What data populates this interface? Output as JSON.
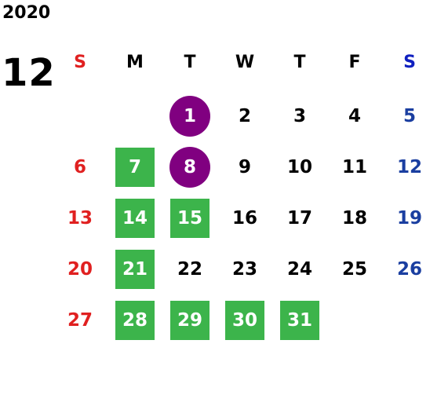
{
  "year": "2020",
  "month": "12",
  "weekdays": [
    "S",
    "M",
    "T",
    "W",
    "T",
    "F",
    "S"
  ],
  "colors": {
    "sunday": "#e02020",
    "saturday": "#1a3ea0",
    "highlight_green": "#3cb44b",
    "highlight_purple": "#800080"
  },
  "weeks": [
    [
      null,
      null,
      {
        "d": "1",
        "mark": "purple"
      },
      {
        "d": "2"
      },
      {
        "d": "3"
      },
      {
        "d": "4"
      },
      {
        "d": "5"
      }
    ],
    [
      {
        "d": "6"
      },
      {
        "d": "7",
        "mark": "green"
      },
      {
        "d": "8",
        "mark": "purple"
      },
      {
        "d": "9"
      },
      {
        "d": "10"
      },
      {
        "d": "11"
      },
      {
        "d": "12"
      }
    ],
    [
      {
        "d": "13"
      },
      {
        "d": "14",
        "mark": "green"
      },
      {
        "d": "15",
        "mark": "green"
      },
      {
        "d": "16"
      },
      {
        "d": "17"
      },
      {
        "d": "18"
      },
      {
        "d": "19"
      }
    ],
    [
      {
        "d": "20"
      },
      {
        "d": "21",
        "mark": "green"
      },
      {
        "d": "22"
      },
      {
        "d": "23"
      },
      {
        "d": "24"
      },
      {
        "d": "25"
      },
      {
        "d": "26"
      }
    ],
    [
      {
        "d": "27"
      },
      {
        "d": "28",
        "mark": "green"
      },
      {
        "d": "29",
        "mark": "green"
      },
      {
        "d": "30",
        "mark": "green"
      },
      {
        "d": "31",
        "mark": "green"
      },
      null,
      null
    ]
  ]
}
